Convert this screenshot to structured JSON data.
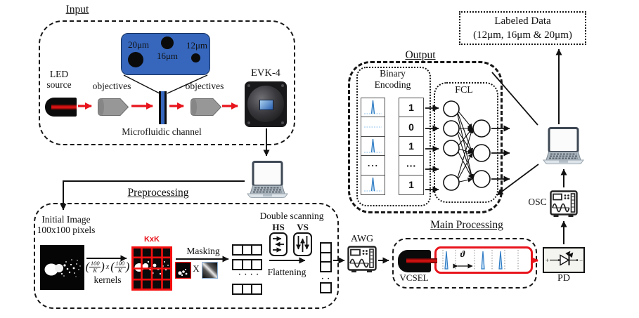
{
  "input": {
    "title": "Input",
    "led_label": "LED\nsource",
    "objectives_left": "objectives",
    "objectives_right": "objectives",
    "channel_label": "Microfluidic channel",
    "camera_label": "EVK-4",
    "size_20": "20μm",
    "size_16": "16μm",
    "size_12": "12μm"
  },
  "labeled_data": {
    "line1": "Labeled Data",
    "line2": "(12μm, 16μm & 20μm)"
  },
  "output": {
    "title": "Output",
    "binary_label": "Binary\nEncoding",
    "fcl_label": "FCL",
    "values": [
      "1",
      "0",
      "1",
      "···",
      "1"
    ],
    "spike_dots": "···"
  },
  "preprocessing": {
    "title": "Preprocessing",
    "initial_label": "Initial Image\n100x100 pixels",
    "kxk": "KxK",
    "lparen": "(",
    "rparen": ")",
    "frac_num": "100",
    "frac_den": "K",
    "times": "x",
    "kernels": "kernels",
    "masking": "Masking",
    "multiply": "X",
    "rows_dots": "· · · ·",
    "double_scanning": "Double scanning",
    "hs": "HS",
    "vs": "VS",
    "flattening": "Flattening",
    "col_dots": "· · ·"
  },
  "processing": {
    "title": "Main Processing",
    "awg": "AWG",
    "vcsel": "VCSEL",
    "theta": "ϑ",
    "pd": "PD",
    "pd_plus": "+",
    "pd_minus": "−",
    "osc": "OSC"
  },
  "colors": {
    "accent_red": "#e8141c",
    "spike_blue": "#2f7cc4",
    "chip_blue": "#3667bd"
  }
}
